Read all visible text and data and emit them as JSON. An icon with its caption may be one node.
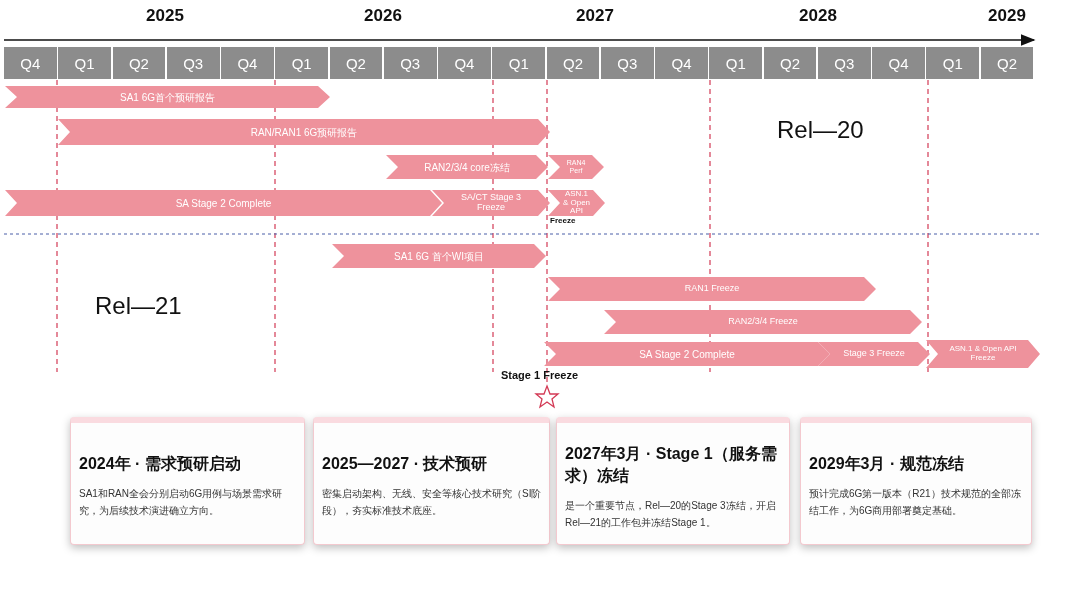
{
  "diagram": {
    "nodes": [
      {
        "text": [
          "SA1 6G首个预研报告"
        ]
      },
      {
        "text": [
          "RAN/RAN1 6G预研报告"
        ]
      },
      {
        "text": [
          "RAN2/3/4 core冻结"
        ]
      },
      {
        "text": [
          "RAN4 Perf"
        ]
      },
      {
        "text": [
          "SA Stage 2 Complete"
        ]
      },
      {
        "text": [
          "SA/CT Stage 3 Freeze"
        ]
      },
      {
        "text": [
          "ASN.1 & Open API"
        ],
        "beside": [
          "Freeze"
        ]
      },
      {
        "text": [
          "SA1 6G 首个WI项目"
        ]
      },
      {
        "text": [
          "RAN1 Freeze"
        ]
      },
      {
        "text": [
          "RAN2/3/4 Freeze"
        ]
      },
      {
        "text": [
          "SA Stage 2 Complete"
        ]
      },
      {
        "text": [
          "Stage 3 Freeze"
        ]
      },
      {
        "text": [
          "ASN.1 & Open API Freeze"
        ]
      },
      {
        "text": [
          "2024年 · 需求预研启动",
          "SA1和RAN全会分别启动6G用例与场景需求研究，为后续技术演进确立方向。"
        ]
      },
      {
        "text": [
          "2025—2027 · 技术预研",
          "密集启动架构、无线、安全等核心技术研究（SI阶段），夯实标准技术底座。"
        ]
      },
      {
        "text": [
          "2027年3月 · Stage 1（服务需求）冻结",
          "是一个重要节点，Rel—20的Stage 3冻结，开启Rel—21的工作包并冻结Stage 1。"
        ]
      },
      {
        "text": [
          "2029年3月 · 规范冻结",
          "预计完成6G第一版本（R21）技术规范的全部冻结工作，为6G商用部署奠定基础。"
        ]
      }
    ],
    "labels": [
      "2025",
      "2026",
      "2027",
      "2028",
      "2029",
      "Q4",
      "Q1",
      "Q2",
      "Q3",
      "Q4",
      "Q1",
      "Q2",
      "Q3",
      "Q4",
      "Q1",
      "Q2",
      "Q3",
      "Q4",
      "Q1",
      "Q2",
      "Q3",
      "Q4",
      "Q1",
      "Q2",
      "Rel—20",
      "Rel—21",
      "Stage 1 Freeze"
    ]
  }
}
